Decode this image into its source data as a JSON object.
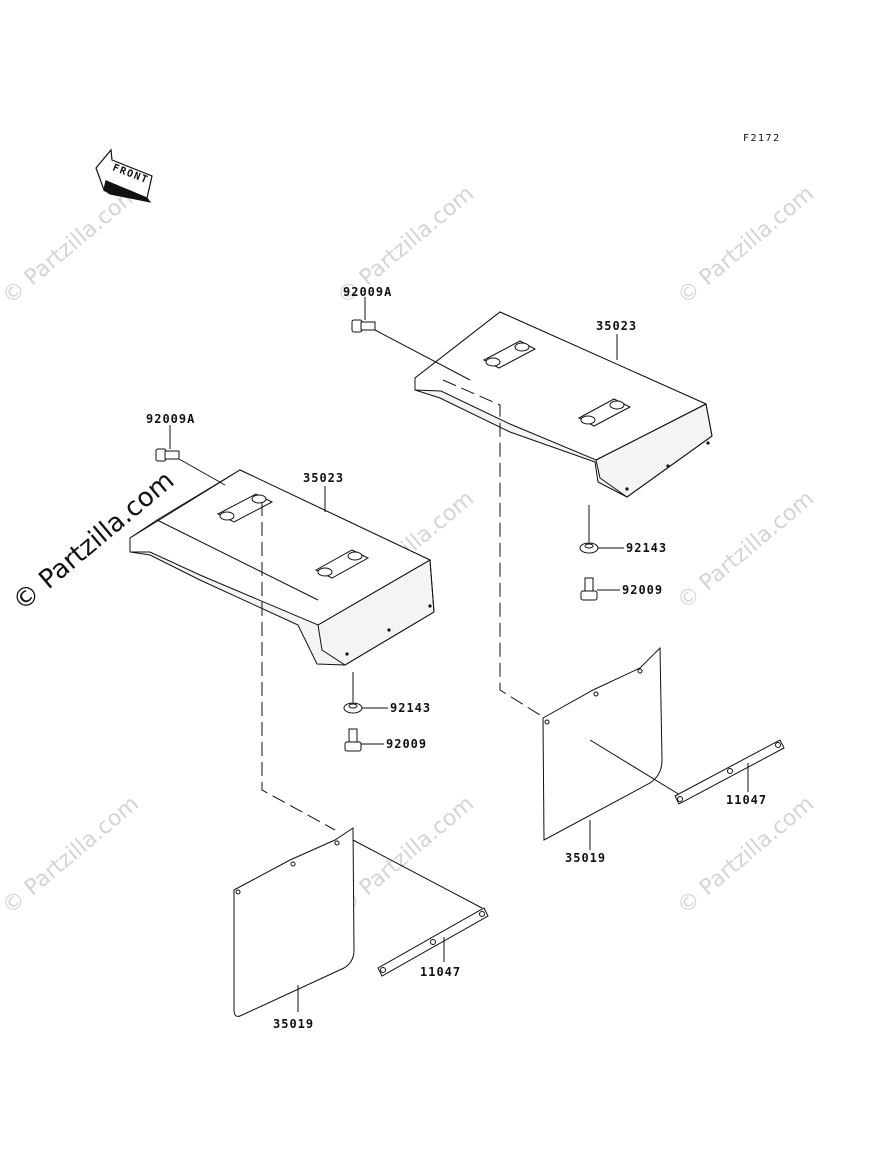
{
  "figure_code": "F2172",
  "front_arrow_label": "FRONT",
  "watermark_text": "© Partzilla.com",
  "callouts": {
    "bolt_a_right": "92009A",
    "carrier_right": "35023",
    "washer_right": "92143",
    "bolt_right": "92009",
    "flap_right": "35019",
    "bar_right": "11047",
    "bolt_a_left": "92009A",
    "carrier_left": "35023",
    "washer_left": "92143",
    "bolt_left": "92009",
    "flap_left": "35019",
    "bar_left": "11047"
  },
  "colors": {
    "line": "#111111",
    "watermark": "#d4d4d4",
    "background": "#ffffff"
  }
}
